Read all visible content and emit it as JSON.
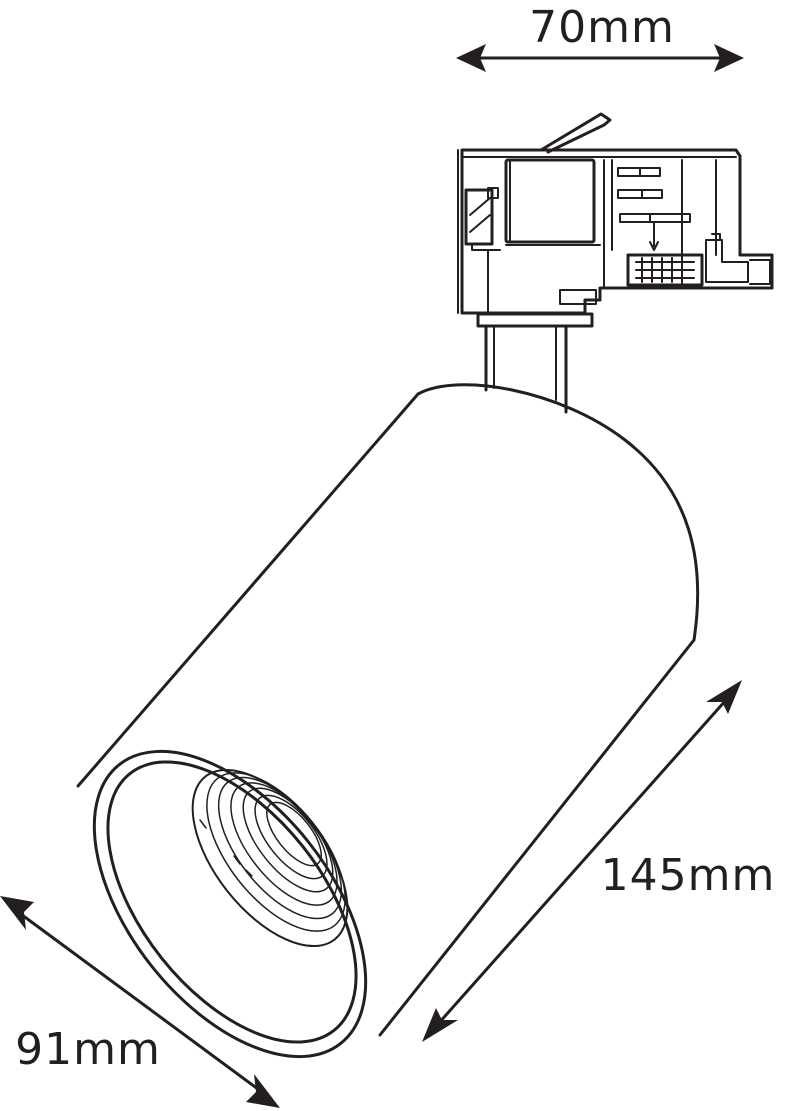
{
  "dimensions": {
    "width_label": "70mm",
    "length_label": "145mm",
    "diameter_label": "91mm"
  },
  "colors": {
    "line": "#231f20",
    "background": "#ffffff"
  }
}
